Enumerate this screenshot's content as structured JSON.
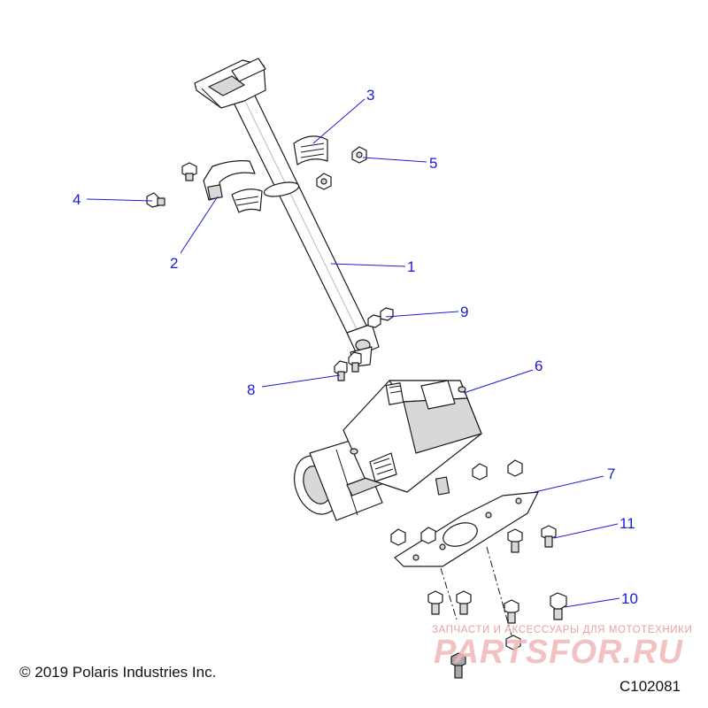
{
  "diagram": {
    "callouts": [
      "1",
      "2",
      "3",
      "4",
      "5",
      "6",
      "7",
      "8",
      "9",
      "10",
      "11"
    ]
  },
  "footer": {
    "copyright": "© 2019 Polaris Industries Inc.",
    "figure_id": "C102081"
  },
  "watermark": {
    "tagline": "ЗАПЧАСТИ И АКСЕССУАРЫ ДЛЯ МОТОТЕХНИКИ",
    "brand": "PARTSFOR.RU"
  },
  "colors": {
    "callout": "#1a1adf",
    "line": "#1a1a1a",
    "watermark": "#f0b7b7"
  }
}
